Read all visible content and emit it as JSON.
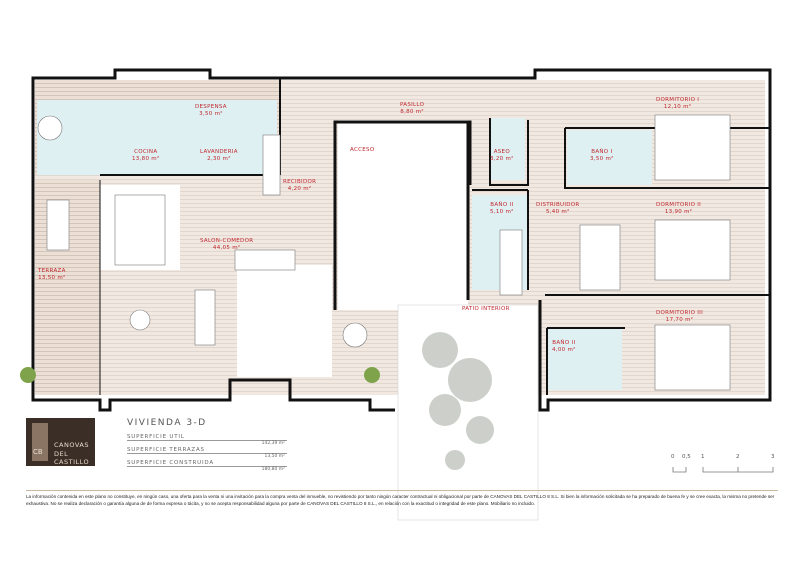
{
  "rooms": {
    "despensa": {
      "name": "DESPENSA",
      "area": "3,50 m²"
    },
    "cocina": {
      "name": "COCINA",
      "area": "13,80 m²"
    },
    "lavanderia": {
      "name": "LAVANDERIA",
      "area": "2,30 m²"
    },
    "recibidor": {
      "name": "RECIBIDOR",
      "area": "4,20 m²"
    },
    "acceso": {
      "name": "ACCESO"
    },
    "pasillo": {
      "name": "PASILLO",
      "area": "8,80 m²"
    },
    "aseo": {
      "name": "ASEO",
      "area": "3,20 m²"
    },
    "bano2a": {
      "name": "BAÑO II",
      "area": "5,10 m²"
    },
    "distribuidor": {
      "name": "DISTRIBUIDOR",
      "area": "5,40 m²"
    },
    "dormitorio1": {
      "name": "DORMITORIO I",
      "area": "12,10 m²"
    },
    "bano1": {
      "name": "BAÑO I",
      "area": "3,50 m²"
    },
    "dormitorio2": {
      "name": "DORMITORIO II",
      "area": "13,90 m²"
    },
    "dormitorio3": {
      "name": "DORMITORIO III",
      "area": "17,70 m²"
    },
    "bano2b": {
      "name": "BAÑO II",
      "area": "4,00 m²"
    },
    "salon": {
      "name": "SALON-COMEDOR",
      "area": "44,05 m²"
    },
    "terraza": {
      "name": "TERRAZA",
      "area": "13,50 m²"
    },
    "patio": {
      "name": "PATIO INTERIOR"
    }
  },
  "logo": {
    "initials": "CB",
    "line1": "CANOVAS",
    "line2": "DEL CASTILLO"
  },
  "summary": {
    "title": "VIVIENDA 3-D",
    "rows": [
      {
        "label": "SUPERFICIE UTIL",
        "value": "142,39 m²"
      },
      {
        "label": "SUPERFICIE TERRAZAS",
        "value": "13,50 m²"
      },
      {
        "label": "SUPERFICIE CONSTRUIDA",
        "value": "180,80 m²"
      }
    ]
  },
  "scale": [
    "0",
    "0,5",
    "1",
    "2",
    "3"
  ],
  "disclaimer": "La información contenida en este plano no constituye, en ningún caso, una oferta para la venta ni una invitación para la compra venta del inmueble, no revistiendo por tanto ningún caracter contractual ni obligacional por parte de CANOVAS DEL CASTILLO 8 S.L. Si bien la información solicitada se ha preparado de buena fe y se cree exacta, la misma no pretende ser exhaustiva. No se realiza declaración o garantía alguna de de forma expresa o tácita, y no se acepta responsabilidad alguna por parte de CANOVAS DEL CASTILLO 8 S.L., en relación con la exactitud o integridad de este plano. Mobiliario no incluido.",
  "colors": {
    "label": "#c0272d",
    "floor": "#f1e8e2",
    "wet": "#dff0f3",
    "wall": "#111111",
    "logo_bg": "#3b2e27"
  }
}
